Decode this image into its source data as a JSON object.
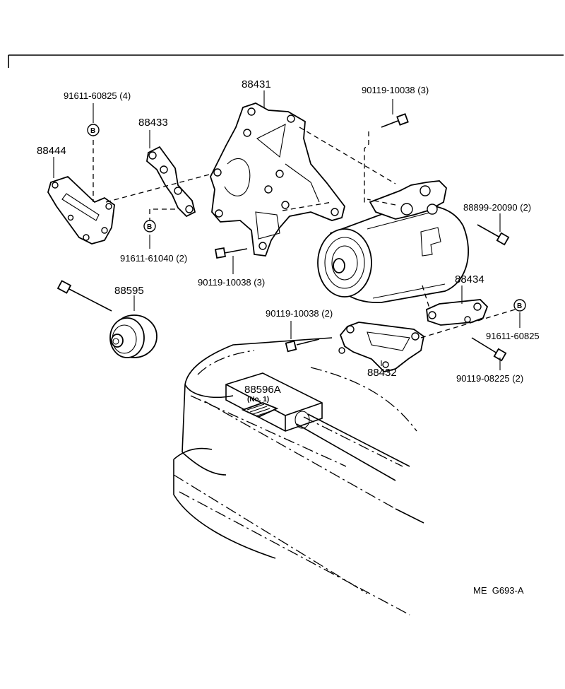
{
  "diagram": {
    "code": "ME  G693-A",
    "callouts": {
      "p88431": "88431",
      "p88433": "88433",
      "p88444": "88444",
      "p88595": "88595",
      "p88434": "88434",
      "p88432": "88432",
      "p88596a": "88596A",
      "p88596a_sub": "(No. 1)",
      "b91611_60825_4": "91611-60825 (4)",
      "b91611_61040_2": "91611-61040 (2)",
      "b90119_10038_3_top": "90119-10038 (3)",
      "b90119_10038_3_mid": "90119-10038 (3)",
      "b90119_10038_2": "90119-10038 (2)",
      "b88899_20090_2": "88899-20090 (2)",
      "b91611_60825": "91611-60825",
      "b90119_08225_2": "90119-08225 (2)",
      "ref_b": "B"
    }
  }
}
